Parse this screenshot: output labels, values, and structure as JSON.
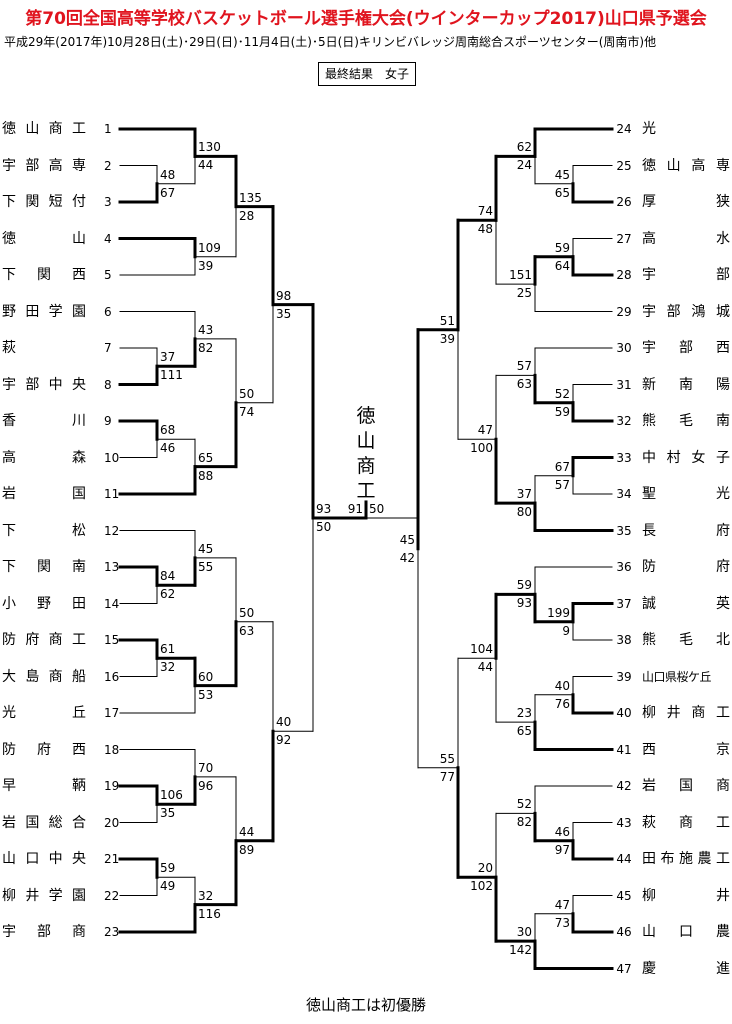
{
  "title": "第70回全国高等学校バスケットボール選手権大会(ウインターカップ2017)山口県予選会",
  "subtitle": "平成29年(2017年)10月28日(土)･29日(日)･11月4日(土)･5日(日)キリンビバレッジ周南総合スポーツセンター(周南市)他",
  "result_label": "最終結果　女子",
  "champion": "徳山商工",
  "footer": "徳山商工は初優勝",
  "colors": {
    "title": "#e0141e"
  },
  "left_teams": [
    {
      "num": "1",
      "name": "徳山商工"
    },
    {
      "num": "2",
      "name": "宇部高専"
    },
    {
      "num": "3",
      "name": "下関短付"
    },
    {
      "num": "4",
      "name": "徳山"
    },
    {
      "num": "5",
      "name": "下関西"
    },
    {
      "num": "6",
      "name": "野田学園"
    },
    {
      "num": "7",
      "name": "萩"
    },
    {
      "num": "8",
      "name": "宇部中央"
    },
    {
      "num": "9",
      "name": "香川"
    },
    {
      "num": "10",
      "name": "高森"
    },
    {
      "num": "11",
      "name": "岩国"
    },
    {
      "num": "12",
      "name": "下松"
    },
    {
      "num": "13",
      "name": "下関南"
    },
    {
      "num": "14",
      "name": "小野田"
    },
    {
      "num": "15",
      "name": "防府商工"
    },
    {
      "num": "16",
      "name": "大島商船"
    },
    {
      "num": "17",
      "name": "光丘"
    },
    {
      "num": "18",
      "name": "防府西"
    },
    {
      "num": "19",
      "name": "早鞆"
    },
    {
      "num": "20",
      "name": "岩国総合"
    },
    {
      "num": "21",
      "name": "山口中央"
    },
    {
      "num": "22",
      "name": "柳井学園"
    },
    {
      "num": "23",
      "name": "宇部商"
    }
  ],
  "right_teams": [
    {
      "num": "24",
      "name": "光"
    },
    {
      "num": "25",
      "name": "徳山高専"
    },
    {
      "num": "26",
      "name": "厚狭"
    },
    {
      "num": "27",
      "name": "高水"
    },
    {
      "num": "28",
      "name": "宇部"
    },
    {
      "num": "29",
      "name": "宇部鴻城"
    },
    {
      "num": "30",
      "name": "宇部西"
    },
    {
      "num": "31",
      "name": "新南陽"
    },
    {
      "num": "32",
      "name": "熊毛南"
    },
    {
      "num": "33",
      "name": "中村女子"
    },
    {
      "num": "34",
      "name": "聖光"
    },
    {
      "num": "35",
      "name": "長府"
    },
    {
      "num": "36",
      "name": "防府"
    },
    {
      "num": "37",
      "name": "誠英"
    },
    {
      "num": "38",
      "name": "熊毛北"
    },
    {
      "num": "39",
      "name": "山口県桜ケ丘"
    },
    {
      "num": "40",
      "name": "柳井商工"
    },
    {
      "num": "41",
      "name": "西京"
    },
    {
      "num": "42",
      "name": "岩国商"
    },
    {
      "num": "43",
      "name": "萩商工"
    },
    {
      "num": "44",
      "name": "田布施農工"
    },
    {
      "num": "45",
      "name": "柳井"
    },
    {
      "num": "46",
      "name": "山口農"
    },
    {
      "num": "47",
      "name": "慶進"
    }
  ],
  "left_matches": [
    {
      "a": "48",
      "b": "67"
    },
    {
      "a": "130",
      "b": "44"
    },
    {
      "a": "109",
      "b": "39"
    },
    {
      "a": "135",
      "b": "28"
    },
    {
      "a": "37",
      "b": "111"
    },
    {
      "a": "43",
      "b": "82"
    },
    {
      "a": "68",
      "b": "46"
    },
    {
      "a": "65",
      "b": "88"
    },
    {
      "a": "50",
      "b": "74"
    },
    {
      "a": "98",
      "b": "35"
    },
    {
      "a": "84",
      "b": "62"
    },
    {
      "a": "45",
      "b": "55"
    },
    {
      "a": "61",
      "b": "32"
    },
    {
      "a": "60",
      "b": "53"
    },
    {
      "a": "50",
      "b": "63"
    },
    {
      "a": "106",
      "b": "35"
    },
    {
      "a": "70",
      "b": "96"
    },
    {
      "a": "59",
      "b": "49"
    },
    {
      "a": "32",
      "b": "116"
    },
    {
      "a": "44",
      "b": "89"
    },
    {
      "a": "40",
      "b": "92"
    },
    {
      "a": "93",
      "b": "50"
    }
  ],
  "right_matches": [
    {
      "a": "45",
      "b": "65"
    },
    {
      "a": "62",
      "b": "24"
    },
    {
      "a": "59",
      "b": "64"
    },
    {
      "a": "151",
      "b": "25"
    },
    {
      "a": "74",
      "b": "48"
    },
    {
      "a": "52",
      "b": "59"
    },
    {
      "a": "57",
      "b": "63"
    },
    {
      "a": "67",
      "b": "57"
    },
    {
      "a": "37",
      "b": "80"
    },
    {
      "a": "47",
      "b": "100"
    },
    {
      "a": "51",
      "b": "39"
    },
    {
      "a": "199",
      "b": "9"
    },
    {
      "a": "59",
      "b": "93"
    },
    {
      "a": "40",
      "b": "76"
    },
    {
      "a": "23",
      "b": "65"
    },
    {
      "a": "104",
      "b": "44"
    },
    {
      "a": "46",
      "b": "97"
    },
    {
      "a": "52",
      "b": "82"
    },
    {
      "a": "47",
      "b": "73"
    },
    {
      "a": "30",
      "b": "142"
    },
    {
      "a": "20",
      "b": "102"
    },
    {
      "a": "55",
      "b": "77"
    },
    {
      "a": "45",
      "b": "42"
    }
  ],
  "final": {
    "left": "91",
    "right": "50"
  }
}
